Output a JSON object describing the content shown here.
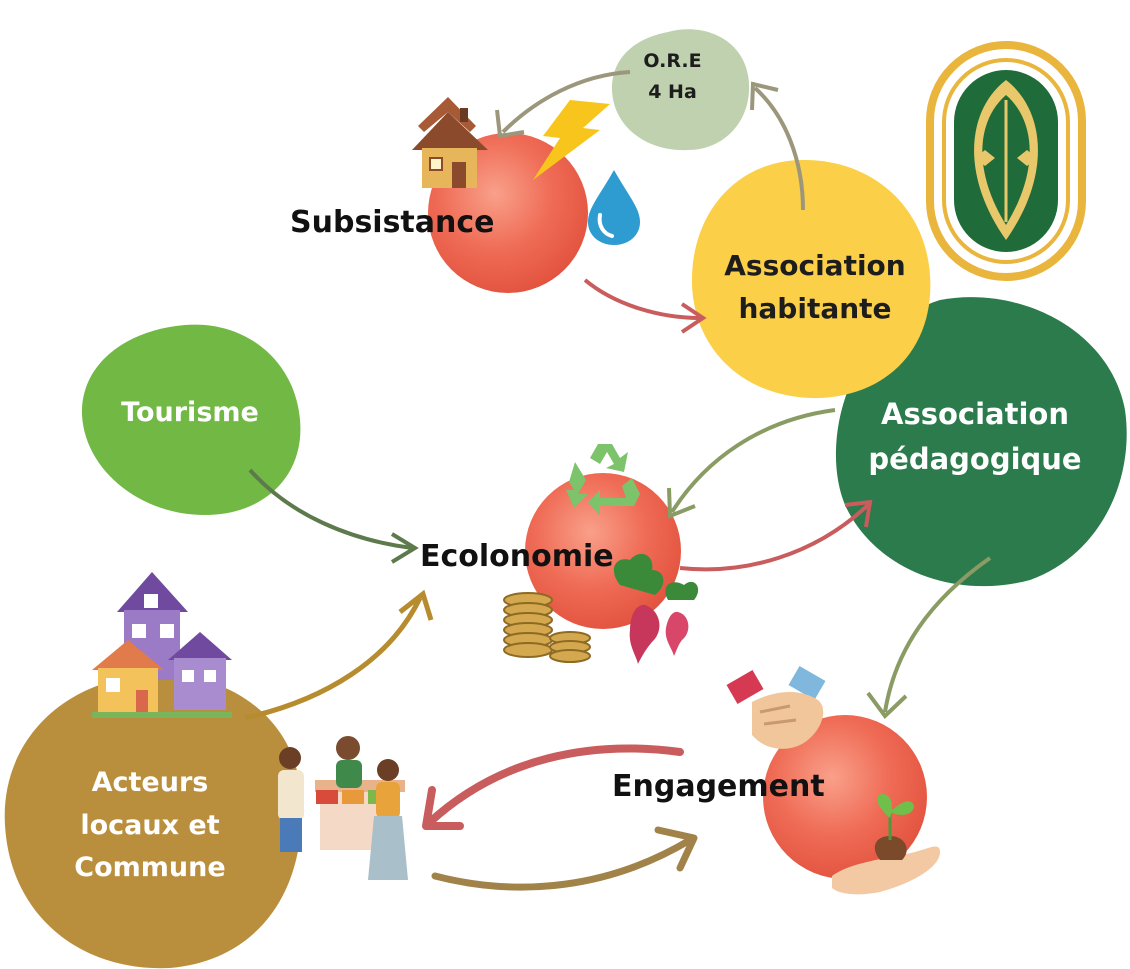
{
  "nodes": {
    "ore": {
      "line1": "O.R.E",
      "line2": "4 Ha"
    },
    "subsistance": {
      "label": "Subsistance"
    },
    "association_habitante": {
      "line1": "Association",
      "line2": "habitante"
    },
    "association_pedagogique": {
      "line1": "Association",
      "line2": "pédagogique"
    },
    "tourisme": {
      "label": "Tourisme"
    },
    "ecolonomie": {
      "label": "Ecolonomie"
    },
    "acteurs": {
      "line1": "Acteurs",
      "line2": "locaux et",
      "line3": "Commune"
    },
    "engagement": {
      "label": "Engagement"
    }
  },
  "icons": [
    "house-icon",
    "lightning-icon",
    "water-drop-icon",
    "leaf-emblem-logo",
    "recycle-icon",
    "coins-icon",
    "radish-icon",
    "houses-icon",
    "market-people-illustration",
    "handshake-icon",
    "plant-in-hand-icon"
  ],
  "colors": {
    "tomato": "#ef6b55",
    "yellow": "#fbcf47",
    "light_green_grey": "#bfd1ae",
    "dark_green": "#2b7b4c",
    "lime_green": "#72b844",
    "ochre": "#b98f3e",
    "arrow_red": "#c95c5c",
    "arrow_olive": "#8a9b63",
    "arrow_dark_green": "#5c7a4c",
    "arrow_ochre": "#b78c2f"
  }
}
